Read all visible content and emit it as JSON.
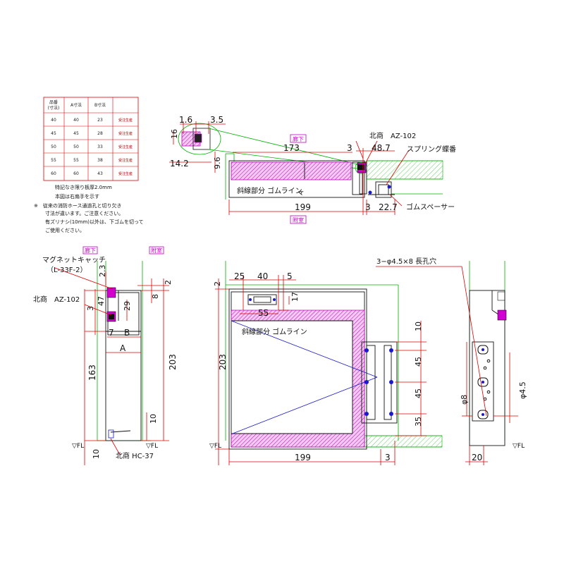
{
  "table": {
    "headers": [
      "品番\n(寸法)",
      "A寸法",
      "B寸法",
      ""
    ],
    "rows": [
      [
        "40",
        "40",
        "23",
        "受注生産"
      ],
      [
        "45",
        "45",
        "28",
        "受注生産"
      ],
      [
        "50",
        "50",
        "33",
        "受注生産"
      ],
      [
        "55",
        "55",
        "38",
        "受注生産"
      ],
      [
        "60",
        "60",
        "43",
        "受注生産"
      ]
    ]
  },
  "notes": {
    "line1": "特記なき限り板厚2.0mm",
    "line2": "本図は右扇手を示す",
    "line3": "※　従来の消防ホース通過孔と切り欠き",
    "line4": "寸法が違います。ご注意ください。",
    "line5": "有ズリナシ(10mm)以外は、下ゴムを切って",
    "line6": "ご使用ください。"
  },
  "top_view": {
    "corridor": "廊下",
    "room": "附室",
    "hinge_label": "北商　AZ-102",
    "spring_label": "スプリング蝶番",
    "spacer_label": "ゴムスペーサー",
    "section_label": "斜線部分 ゴムライン",
    "a_mark": "A",
    "dims": {
      "d1_6": "1.6",
      "d3_5": "3.5",
      "d16": "16",
      "d14_2": "14.2",
      "d9_6": "9.6",
      "d173": "173",
      "d3a": "3",
      "d48_7": "48.7",
      "d199": "199",
      "d3b": "3",
      "d22_7": "22.7"
    }
  },
  "side_view": {
    "corridor": "廊下",
    "room": "附室",
    "magnet_label1": "マグネットキャッチ",
    "magnet_label2": "（L-33F-2）",
    "hinge_label": "北商　AZ-102",
    "bottom_label": "北商 HC-37",
    "fl": "▽FL",
    "fl2": "▽FL",
    "dims": {
      "d2_3": "2.3",
      "d2": "2",
      "d8": "8",
      "d47": "47",
      "d3": "3",
      "d29": "29",
      "d7": "7",
      "b": "B",
      "a": "A",
      "d163": "163",
      "d203": "203",
      "d10a": "10",
      "d10b": "10"
    }
  },
  "front_view": {
    "section_label": "斜線部分 ゴムライン",
    "fl": "▽FL",
    "dims": {
      "d25": "25",
      "d40": "40",
      "d5": "5",
      "d2": "2",
      "d17": "17",
      "d55": "55",
      "d203": "203",
      "d10": "10",
      "d45a": "45",
      "d45b": "45",
      "d35": "35",
      "d199": "199",
      "d3": "3"
    }
  },
  "right_view": {
    "hole_label": "3−φ4.5×8 長孔穴",
    "fl": "▽FL",
    "dims": {
      "phi8": "φ8",
      "phi4_5": "φ4.5",
      "d20": "20"
    }
  }
}
